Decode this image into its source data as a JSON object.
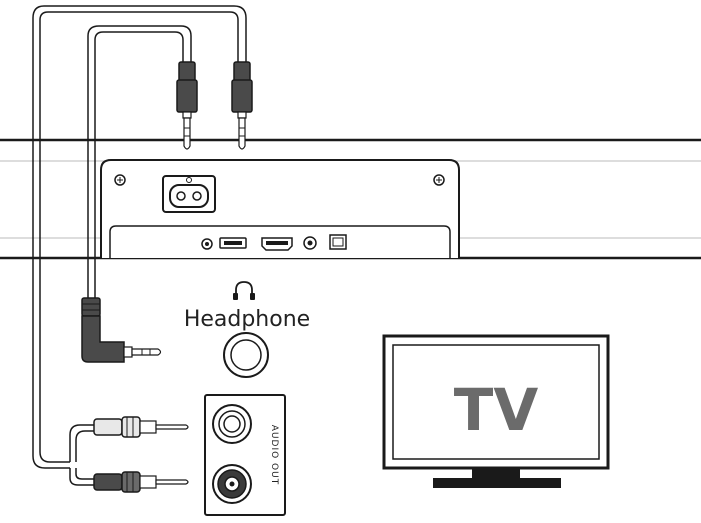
{
  "labels": {
    "headphone": "Headphone",
    "audio_out": "AUDIO OUT",
    "tv": "TV"
  },
  "icons": {
    "headphone": "headphone-icon"
  },
  "colors": {
    "line": "#1a1a1a",
    "plug_dark": "#4a4a4a",
    "plug_light": "#e8e8e8",
    "tv_text": "#6b6b6b"
  }
}
